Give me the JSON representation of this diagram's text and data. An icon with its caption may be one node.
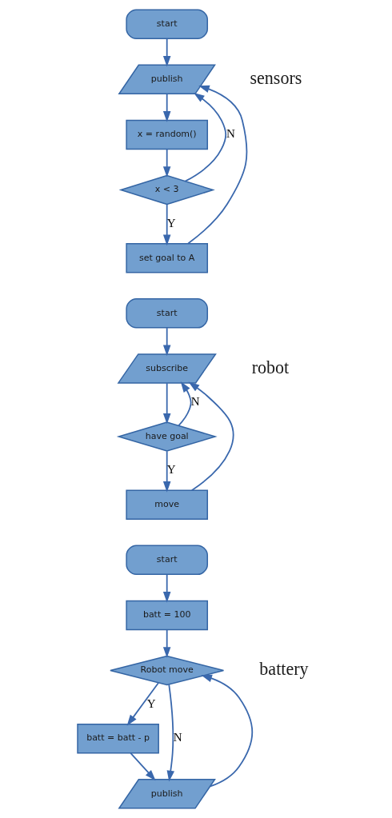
{
  "diagram": {
    "nodes": [
      {
        "text": [
          "start"
        ]
      },
      {
        "text": [
          "publish"
        ]
      },
      {
        "text": [
          "x = random()"
        ]
      },
      {
        "text": [
          "x < 3"
        ]
      },
      {
        "text": [
          "set goal to A"
        ]
      },
      {
        "text": [
          "start"
        ]
      },
      {
        "text": [
          "subscribe"
        ]
      },
      {
        "text": [
          "have goal"
        ]
      },
      {
        "text": [
          "move"
        ]
      },
      {
        "text": [
          "start"
        ]
      },
      {
        "text": [
          "batt = 100"
        ]
      },
      {
        "text": [
          "Robot move"
        ]
      },
      {
        "text": [
          "batt = batt - p"
        ]
      },
      {
        "text": [
          "publish"
        ]
      }
    ],
    "edges": [
      {
        "from": 0,
        "to": 1,
        "arrow": "to"
      },
      {
        "from": 1,
        "to": 2,
        "arrow": "to"
      },
      {
        "from": 2,
        "to": 3,
        "arrow": "to"
      },
      {
        "from": 3,
        "to": 1,
        "arrow": "to",
        "label": "N"
      },
      {
        "from": 3,
        "to": 4,
        "arrow": "to",
        "label": "Y"
      },
      {
        "from": 4,
        "to": 1,
        "arrow": "to"
      },
      {
        "from": 5,
        "to": 6,
        "arrow": "to"
      },
      {
        "from": 6,
        "to": 7,
        "arrow": "to"
      },
      {
        "from": 7,
        "to": 6,
        "arrow": "to",
        "label": "N"
      },
      {
        "from": 7,
        "to": 8,
        "arrow": "to",
        "label": "Y"
      },
      {
        "from": 8,
        "to": 6,
        "arrow": "to"
      },
      {
        "from": 9,
        "to": 10,
        "arrow": "to"
      },
      {
        "from": 10,
        "to": 11,
        "arrow": "to"
      },
      {
        "from": 13,
        "to": 11,
        "arrow": "to"
      },
      {
        "from": 11,
        "to": 12,
        "arrow": "to",
        "label": "Y"
      },
      {
        "from": 12,
        "to": 13,
        "arrow": "to"
      },
      {
        "from": 11,
        "to": 13,
        "arrow": "to",
        "label": "N"
      }
    ],
    "labels": [
      "sensors",
      "robot",
      "battery"
    ]
  }
}
